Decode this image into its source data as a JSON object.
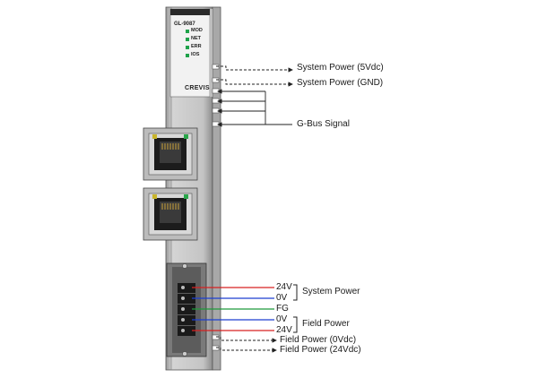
{
  "module": {
    "model": "GL-9087",
    "brand": "CREVIS",
    "leds": [
      {
        "label": "MOD",
        "color": "#1fa24a"
      },
      {
        "label": "NET",
        "color": "#1fa24a"
      },
      {
        "label": "ERR",
        "color": "#1fa24a"
      },
      {
        "label": "IOS",
        "color": "#1fa24a"
      }
    ]
  },
  "right_labels": {
    "sys_5v": "System Power (5Vdc)",
    "sys_gnd": "System Power (GND)",
    "gbus": "G-Bus Signal"
  },
  "terminals": {
    "t1": "24V",
    "t2": "0V",
    "t3": "FG",
    "t4": "0V",
    "t5": "24V",
    "system_power": "System Power",
    "field_power": "Field Power",
    "field_0v": "Field Power (0Vdc)",
    "field_24v": "Field Power (24Vdc)"
  },
  "colors": {
    "red": "#d62020",
    "blue": "#1c3fd1",
    "green": "#1f9a3a",
    "led_green": "#1fa24a"
  }
}
